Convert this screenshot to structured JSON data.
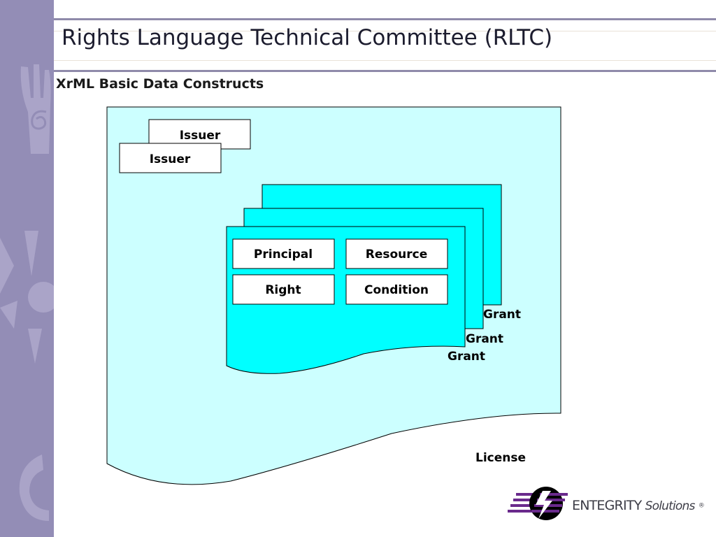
{
  "slide": {
    "title": "Rights Language Technical Committee (RLTC)",
    "subtitle": "XrML Basic Data Constructs"
  },
  "diagram": {
    "license_label": "License",
    "issuers": [
      "Issuer",
      "Issuer"
    ],
    "grant_labels": [
      "Grant",
      "Grant",
      "Grant"
    ],
    "grant_fields": [
      "Principal",
      "Resource",
      "Right",
      "Condition"
    ]
  },
  "logo": {
    "brand": "ENTEGRITY",
    "tagline": "Solutions",
    "mark": "®"
  },
  "colors": {
    "sidebar": "#938db6",
    "license_fill": "#ccffff",
    "grant_fill": "#00ffff",
    "logo_purple": "#6a2a8c"
  }
}
